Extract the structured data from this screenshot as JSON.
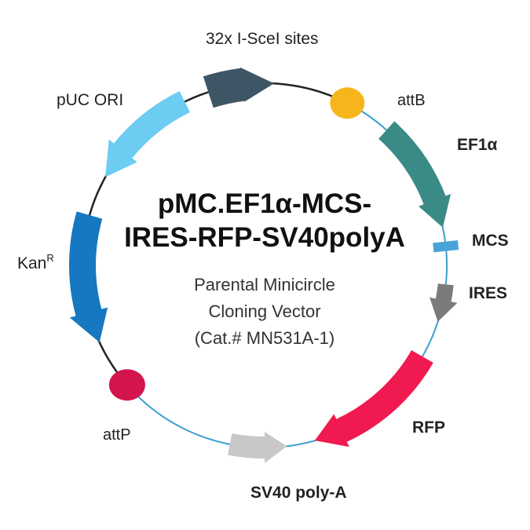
{
  "title_line1": "pMC.EF1α-MCS-",
  "title_line2": "IRES-RFP-SV40polyA",
  "subtitle_line1": "Parental Minicircle",
  "subtitle_line2": "Cloning Vector",
  "subtitle_line3": "(Cat.# MN531A-1)",
  "features": [
    {
      "id": "isce",
      "label": "32x I-SceI sites",
      "color": "#3e5565"
    },
    {
      "id": "attb",
      "label": "attB",
      "color": "#f7b51c"
    },
    {
      "id": "ef1a",
      "label": "EF1α",
      "color": "#3a8a86"
    },
    {
      "id": "mcs",
      "label": "MCS",
      "color": "#4aa3d8"
    },
    {
      "id": "ires",
      "label": "IRES",
      "color": "#7b7b7b"
    },
    {
      "id": "rfp",
      "label": "RFP",
      "color": "#f01a50"
    },
    {
      "id": "sv40",
      "label": "SV40 poly-A",
      "color": "#c8c8c8"
    },
    {
      "id": "attp",
      "label": "attP",
      "color": "#d4144c"
    },
    {
      "id": "kan",
      "label": "Kan",
      "label_sup": "R",
      "color": "#1578c0"
    },
    {
      "id": "puc",
      "label": "pUC ORI",
      "color": "#6cccf2"
    }
  ],
  "backbone_colors": {
    "vector": "#222222",
    "minicircle": "#3aa0d0"
  }
}
